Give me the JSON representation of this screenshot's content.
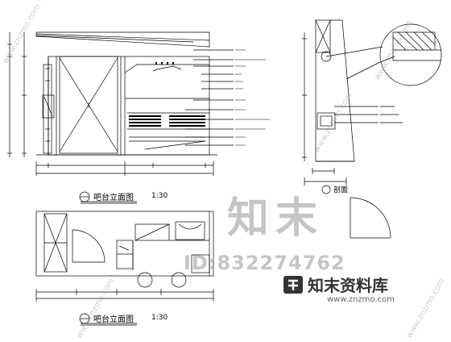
{
  "drawing": {
    "elevation_title": "吧台立面图",
    "elevation_scale": "1:30",
    "plan_title": "吧台立面图",
    "plan_scale": "1:30",
    "section_label": "剖面"
  },
  "watermark": {
    "brand_cn": "知末",
    "id_text": "ID:832274762",
    "footer_brand": "知末资料库",
    "footer_url": "www.znzmo.com",
    "diagonal": "www.znzmo.com"
  },
  "colors": {
    "line": "#000000",
    "watermark": "#9a9a9a",
    "background": "#ffffff"
  }
}
